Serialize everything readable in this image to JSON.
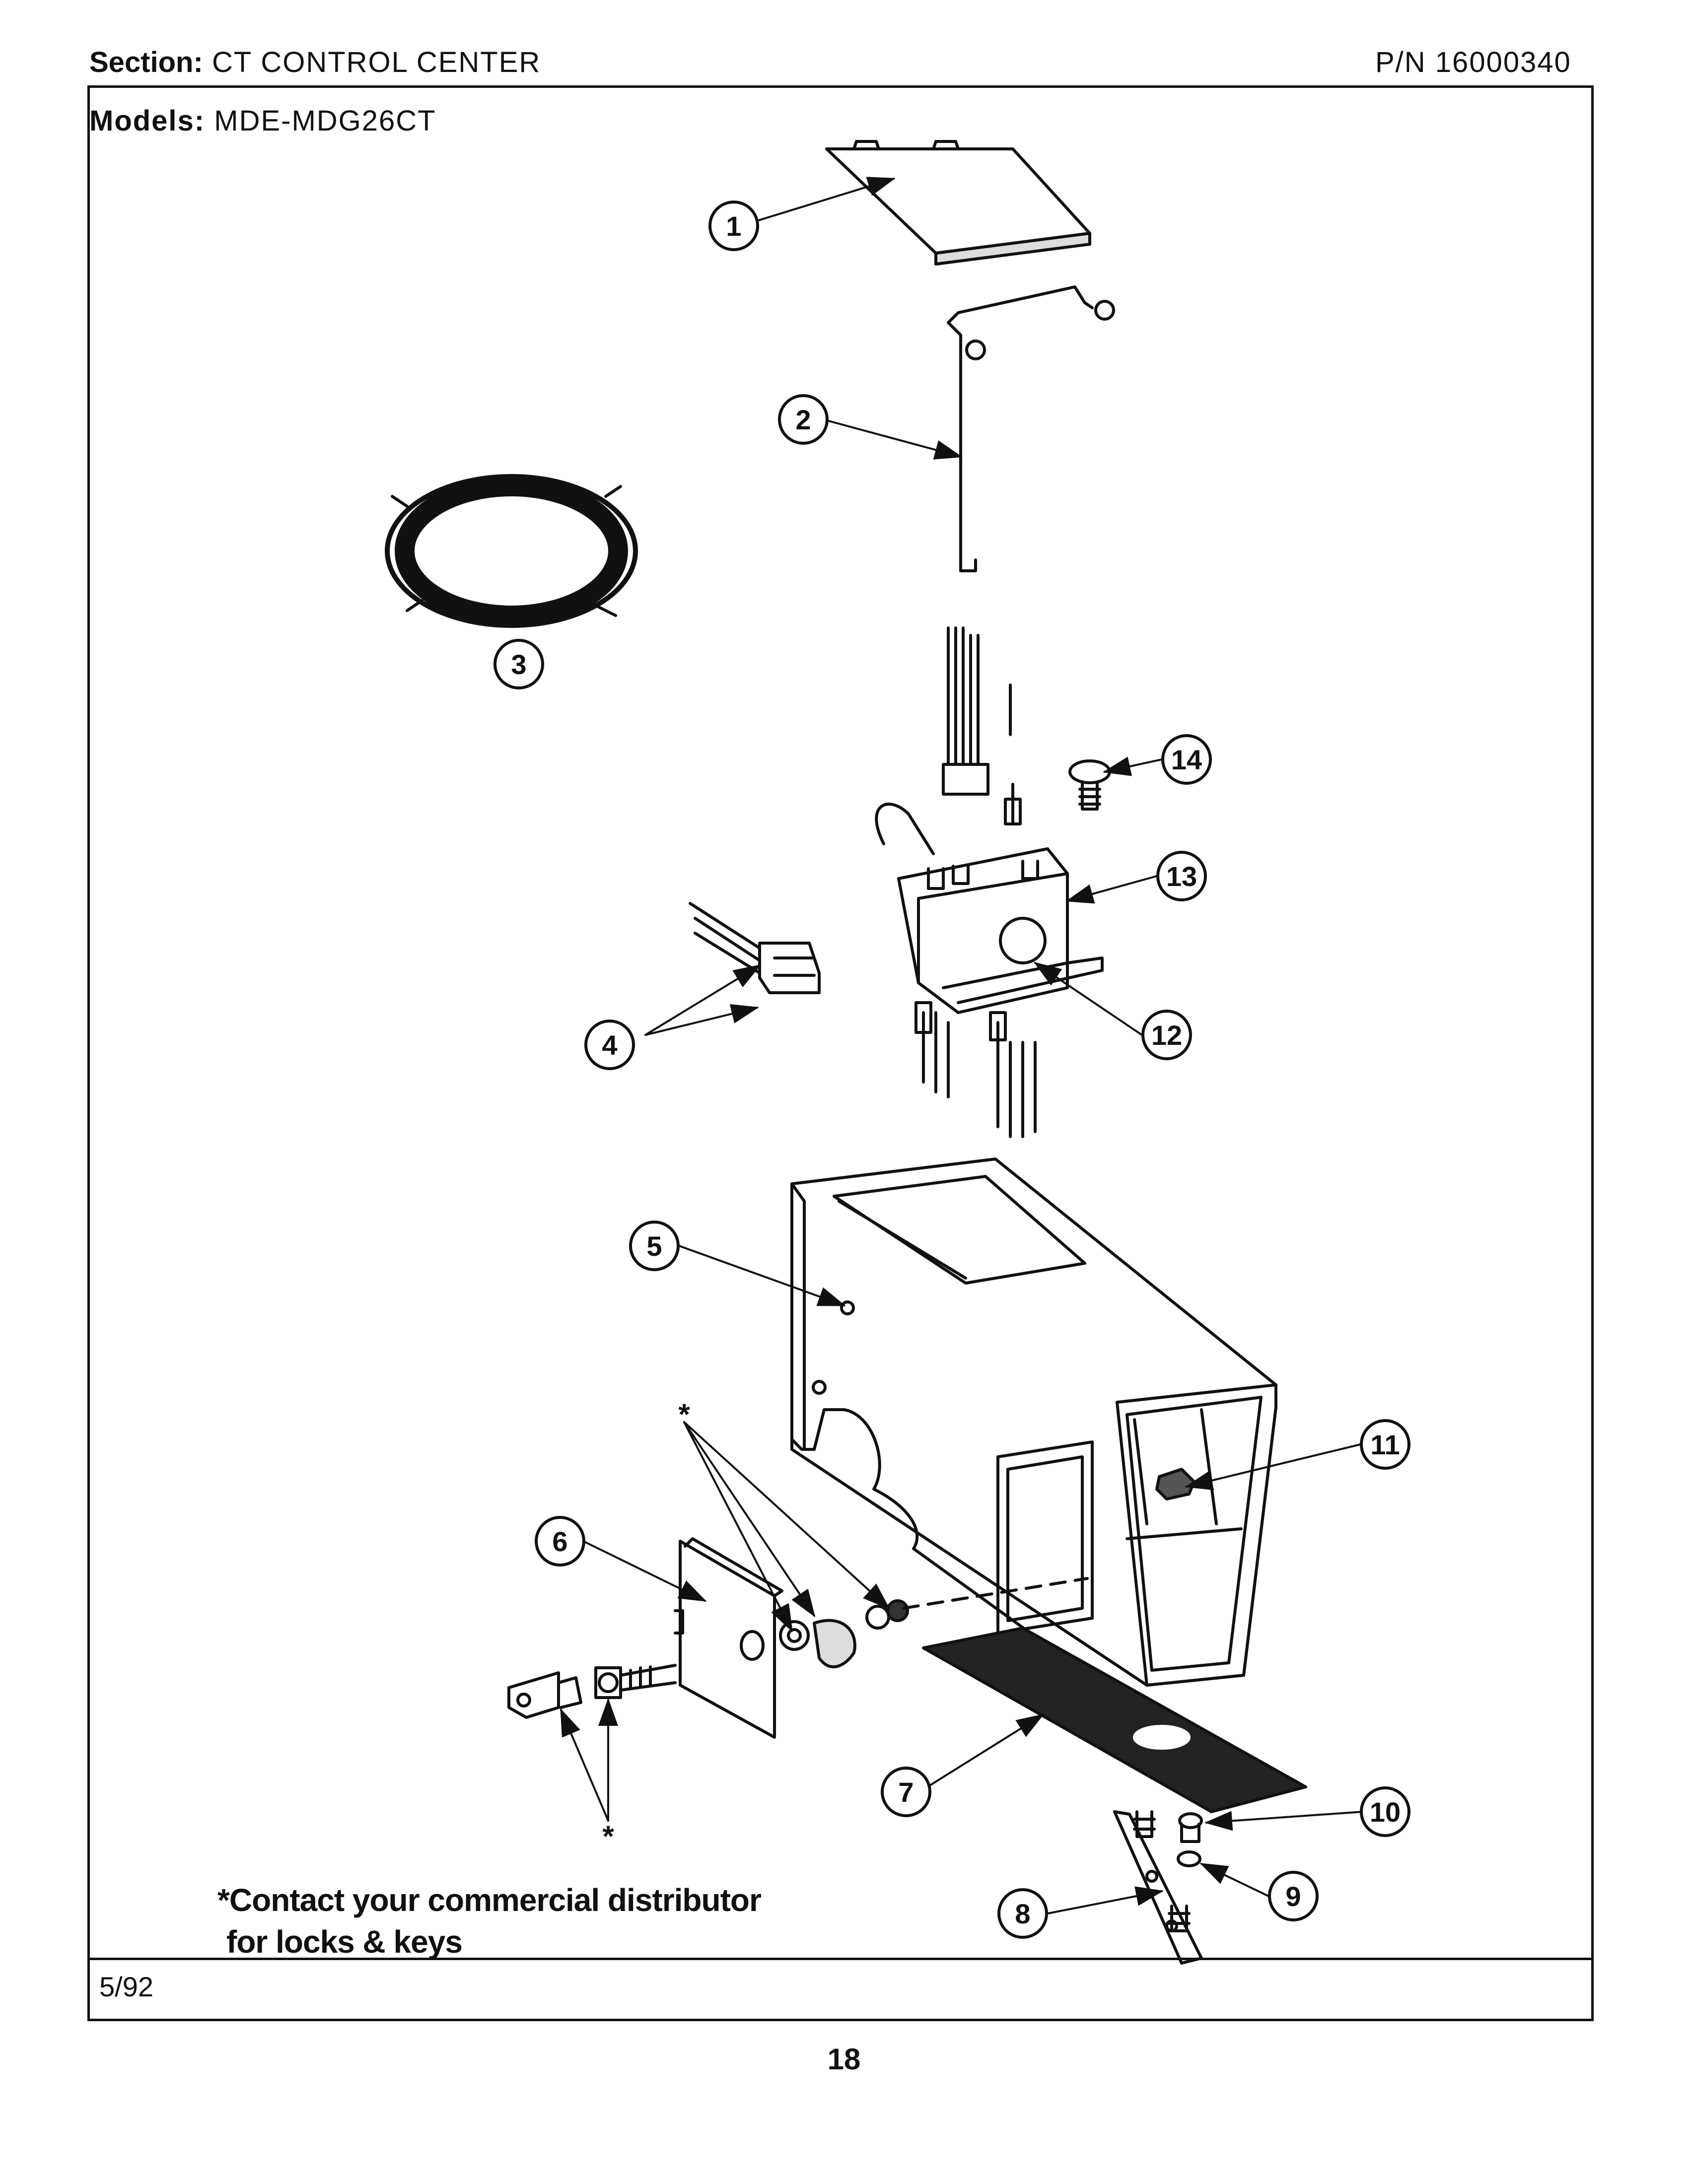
{
  "header": {
    "section_label": "Section:",
    "section_value": "CT CONTROL CENTER",
    "part_number": "P/N 16000340"
  },
  "models": {
    "label": "Models:",
    "value": "MDE-MDG26CT"
  },
  "callouts": [
    "1",
    "2",
    "3",
    "4",
    "5",
    "6",
    "7",
    "8",
    "9",
    "10",
    "11",
    "12",
    "13",
    "14"
  ],
  "star_marker": "*",
  "note": {
    "line1": "*Contact your commercial distributor",
    "line2": "for locks & keys"
  },
  "footer": {
    "date": "5/92",
    "page": "18"
  }
}
